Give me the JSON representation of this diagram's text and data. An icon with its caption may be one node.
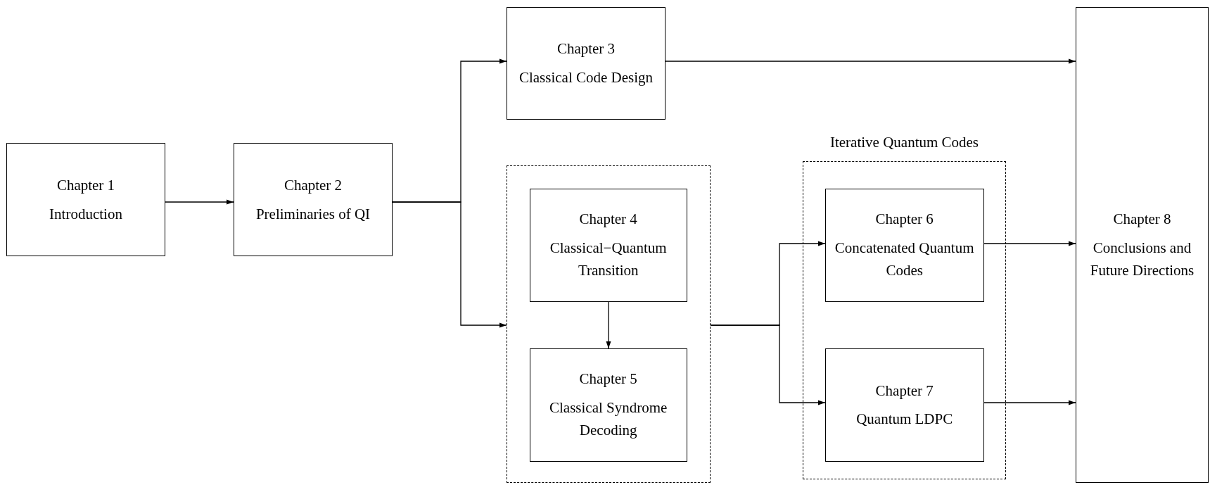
{
  "diagram": {
    "nodes": [
      {
        "text": [
          "Chapter 1",
          "Introduction"
        ]
      },
      {
        "text": [
          "Chapter 2",
          "Preliminaries of QI"
        ]
      },
      {
        "text": [
          "Chapter 3",
          "Classical Code Design"
        ]
      },
      {
        "text": [],
        "shape": "box"
      },
      {
        "text": [
          "Chapter 4",
          "Classical−Quantum Transition"
        ],
        "in": 3
      },
      {
        "text": [
          "Chapter 5",
          "Classical Syndrome Decoding"
        ],
        "in": 3
      },
      {
        "text": [
          "Iterative Quantum Codes"
        ]
      },
      {
        "text": [
          "Chapter 6",
          "Concatenated Quantum Codes"
        ],
        "in": 6
      },
      {
        "text": [
          "Chapter 7",
          "Quantum LDPC"
        ],
        "in": 6
      },
      {
        "text": [
          "Chapter 8",
          "Conclusions and Future Directions"
        ]
      }
    ],
    "edges": [
      {
        "from": 0,
        "to": 1,
        "arrow": "to"
      },
      {
        "from": 1,
        "to": 2,
        "arrow": "to"
      },
      {
        "from": 1,
        "to": 3,
        "arrow": "to"
      },
      {
        "from": 2,
        "to": 9,
        "arrow": "to"
      },
      {
        "from": 4,
        "to": 5,
        "arrow": "to"
      },
      {
        "from": 3,
        "to": 7,
        "arrow": "to"
      },
      {
        "from": 3,
        "to": 8,
        "arrow": "to"
      },
      {
        "from": 7,
        "to": 9,
        "arrow": "to"
      },
      {
        "from": 8,
        "to": 9,
        "arrow": "to"
      }
    ]
  }
}
